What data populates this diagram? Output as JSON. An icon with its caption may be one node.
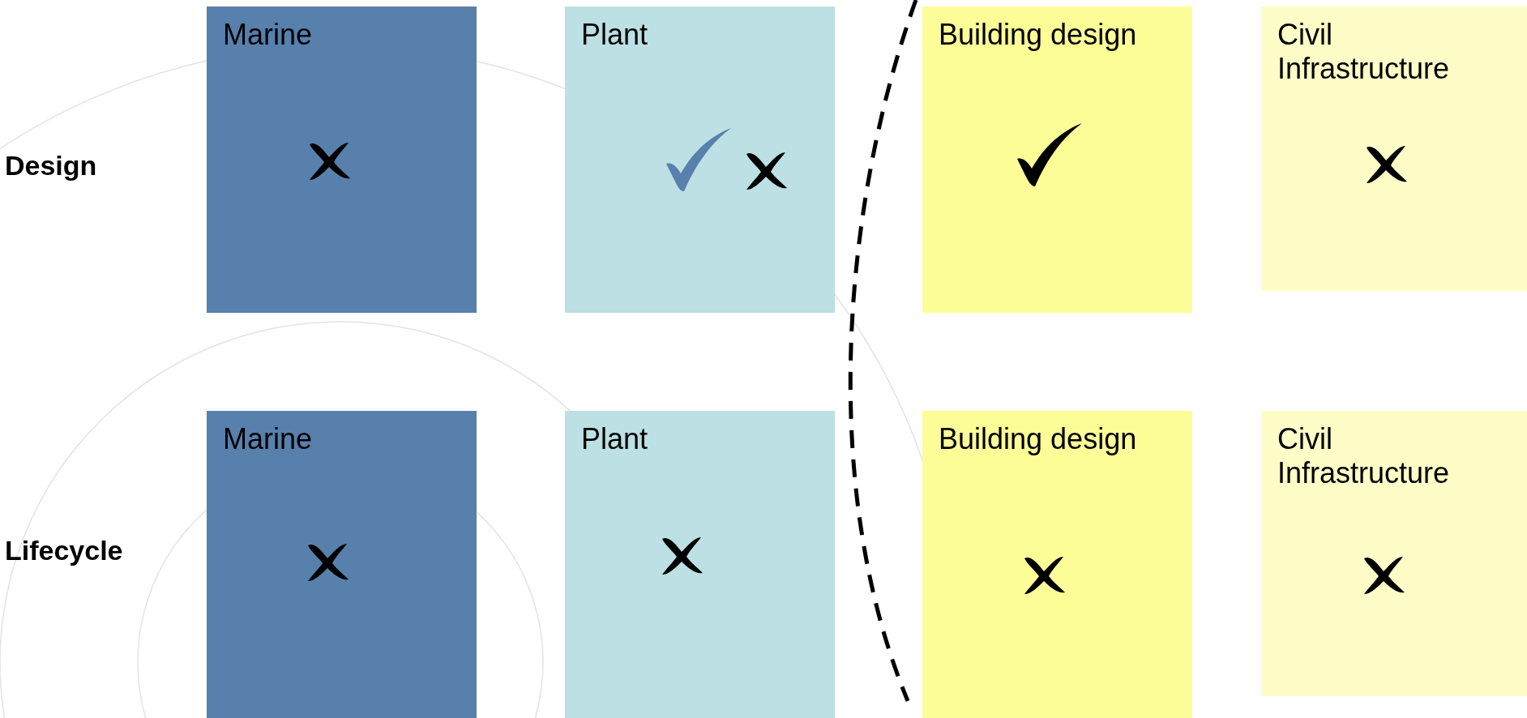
{
  "diagram": {
    "nodes": [
      {
        "text": [
          "Marine"
        ]
      },
      {
        "text": [
          "Plant"
        ]
      },
      {
        "text": [
          "Building design"
        ]
      },
      {
        "text": [
          "Civil Infrastructure"
        ]
      },
      {
        "text": [
          "Marine"
        ]
      },
      {
        "text": [
          "Plant"
        ]
      },
      {
        "text": [
          "Building design"
        ]
      },
      {
        "text": [
          "Civil Infrastructure"
        ]
      }
    ],
    "labels": [
      "Design",
      "Lifecycle"
    ]
  }
}
